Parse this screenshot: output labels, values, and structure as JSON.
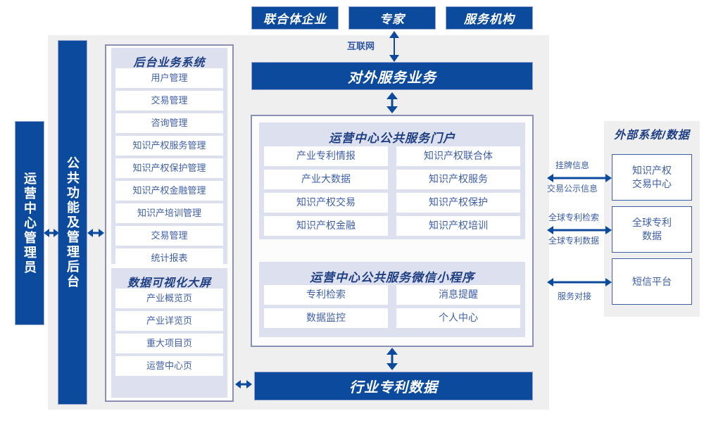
{
  "top_actors": [
    {
      "label": "联合体企业"
    },
    {
      "label": "专家"
    },
    {
      "label": "服务机构"
    }
  ],
  "internet_label": "互联网",
  "external_service_bar": "对外服务业务",
  "left_columns": {
    "admin": "运营中心管理员",
    "common_backend": "公共功能及管理后台"
  },
  "backend_system": {
    "title": "后台业务系统",
    "items": [
      "用户管理",
      "交易管理",
      "咨询管理",
      "知识产权服务管理",
      "知识产权保护管理",
      "知识产权金融管理",
      "知识产培训管理",
      "交易管理",
      "统计报表"
    ]
  },
  "data_visual": {
    "title": "数据可视化大屏",
    "items": [
      "产业概览页",
      "产业详览页",
      "重大项目页",
      "运营中心页"
    ]
  },
  "portal": {
    "title": "运营中心公共服务门户",
    "items": [
      "产业专利情报",
      "知识产权联合体",
      "产业大数据",
      "知识产权服务",
      "知识产权交易",
      "知识产权保护",
      "知识产权金融",
      "知识产权培训"
    ]
  },
  "miniprogram": {
    "title": "运营中心公共服务微信小程序",
    "items": [
      "专利检索",
      "消息提醒",
      "数据监控",
      "个人中心"
    ]
  },
  "bottom_bar": "行业专利数据",
  "external": {
    "title": "外部系统/数据",
    "systems": [
      {
        "label": "知识产权\n交易中心"
      },
      {
        "label": "全球专利\n数据"
      },
      {
        "label": "短信平台"
      }
    ],
    "system_1_line1": "知识产权",
    "system_1_line2": "交易中心",
    "system_2_line1": "全球专利",
    "system_2_line2": "数据",
    "system_3_line1": "短信平台",
    "link_labels": [
      {
        "top": "挂牌信息",
        "bottom": "交易公示信息"
      },
      {
        "top": "全球专利检索",
        "bottom": "全球专利数据"
      },
      {
        "top": "",
        "bottom": "服务对接"
      }
    ]
  },
  "colors": {
    "deep_blue": "#0b4a9c",
    "panel_gray": "#efefef",
    "lavender": "#dde1ef",
    "text_blue": "#3e5fa8",
    "title_blue": "#1f3f85",
    "arrow_blue": "#0b4a9c"
  }
}
